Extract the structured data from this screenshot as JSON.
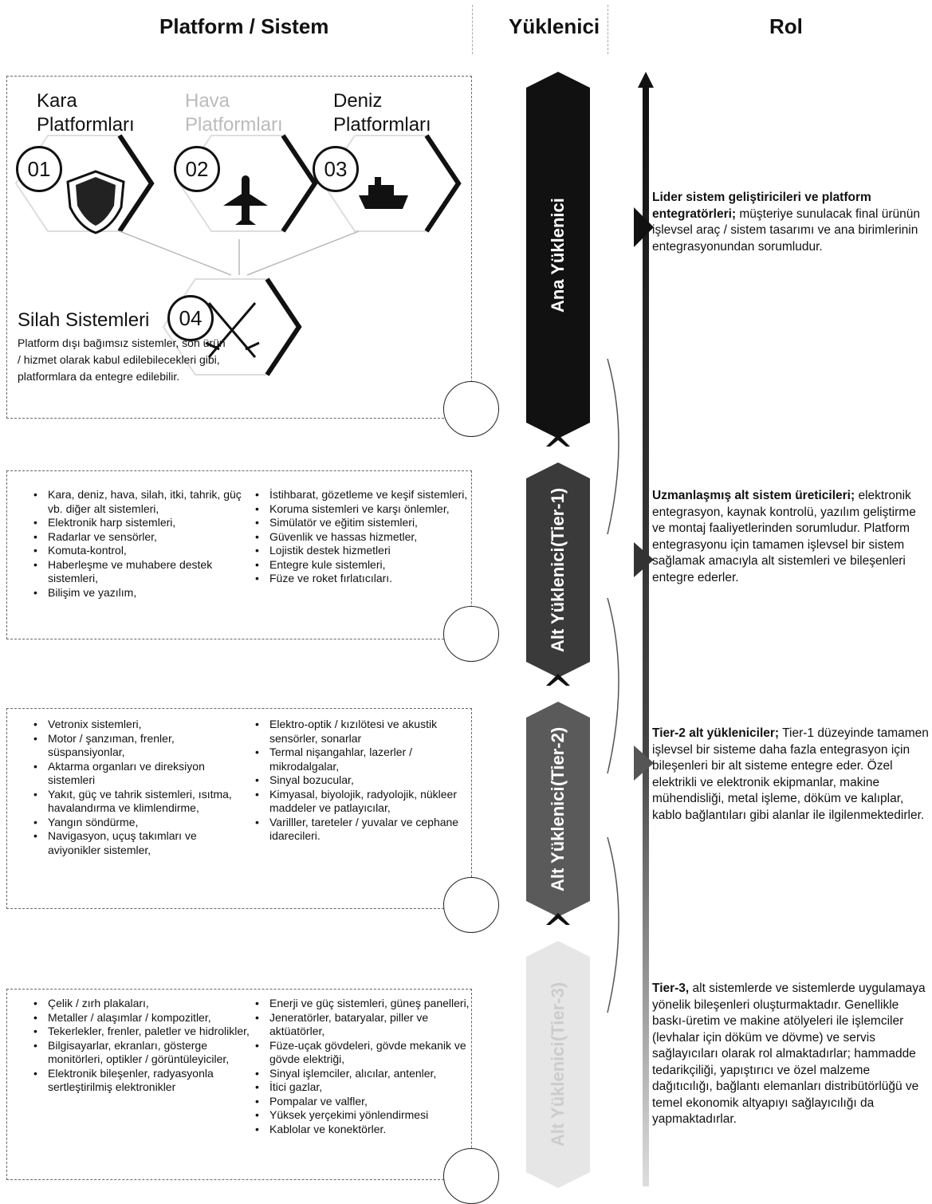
{
  "headers": {
    "platform": "Platform / Sistem",
    "contractor": "Yüklenici",
    "role": "Rol"
  },
  "platforms": {
    "land": "Kara\nPlatformları",
    "air": "Hava\nPlatformları",
    "sea": "Deniz\nPlatformları",
    "n1": "01",
    "n2": "02",
    "n3": "03",
    "n4": "04",
    "weapons_title": "Silah Sistemleri",
    "weapons_desc": "Platform dışı bağımsız sistemler, son ürün / hizmet olarak kabul edilebilecekleri gibi, platformlara da entegre edilebilir."
  },
  "tier1": {
    "left": [
      "Kara, deniz, hava, silah, itki, tahrik, güç vb. diğer alt sistemleri,",
      "Elektronik harp sistemleri,",
      "Radarlar ve sensörler,",
      "Komuta-kontrol,",
      "Haberleşme ve muhabere destek sistemleri,",
      "Bilişim ve yazılım,"
    ],
    "right": [
      "İstihbarat, gözetleme ve keşif sistemleri,",
      "Koruma sistemleri ve karşı önlemler,",
      "Simülatör ve eğitim sistemleri,",
      "Güvenlik ve hassas hizmetler,",
      "Lojistik destek hizmetleri",
      "Entegre kule sistemleri,",
      "Füze ve roket fırlatıcıları."
    ]
  },
  "tier2": {
    "left": [
      "Vetronix sistemleri,",
      "Motor / şanzıman, frenler, süspansiyonlar,",
      "Aktarma organları ve direksiyon sistemleri",
      "Yakıt, güç ve tahrik sistemleri, ısıtma, havalandırma ve klimlendirme,",
      "Yangın söndürme,",
      "Navigasyon, uçuş takımları ve aviyonikler sistemler,"
    ],
    "right": [
      "Elektro-optik / kızılötesi ve akustik sensörler, sonarlar",
      "Termal nişangahlar, lazerler / mikrodalgalar,",
      "Sinyal bozucular,",
      "Kimyasal, biyolojik, radyolojik, nükleer maddeler ve patlayıcılar,",
      "Varilller, tareteler / yuvalar ve cephane idarecileri."
    ]
  },
  "tier3": {
    "left": [
      "Çelik / zırh plakaları,",
      "Metaller / alaşımlar / kompozitler,",
      "Tekerlekler, frenler, paletler ve hidrolikler,",
      "Bilgisayarlar, ekranları, gösterge monitörleri, optikler / görüntüleyiciler,",
      "Elektronik bileşenler, radyasyonla sertleştirilmiş elektronikler"
    ],
    "right": [
      "Enerji ve güç sistemleri, güneş panelleri,",
      "Jeneratörler, bataryalar, piller ve aktüatörler,",
      "Füze-uçak gövdeleri, gövde mekanik ve gövde elektriği,",
      "Sinyal işlemciler, alıcılar, antenler,",
      "İtici gazlar,",
      "Pompalar ve valfler,",
      "Yüksek yerçekimi yönlendirmesi",
      "Kablolar ve konektörler."
    ]
  },
  "tiers": {
    "main": "Ana Yüklenici",
    "t1a": "Alt Yüklenici",
    "t1b": "(Tier-1)",
    "t2a": "Alt Yüklenici",
    "t2b": "(Tier-2)",
    "t3a": "Alt Yüklenici",
    "t3b": "(Tier-3)"
  },
  "roles": {
    "main_bold": "Lider sistem geliştiricileri ve platform entegratörleri;",
    "main_rest": " müşteriye sunulacak final ürünün işlevsel araç / sistem tasarımı ve ana birimlerinin entegrasyonundan sorumludur.",
    "t1_bold": "Uzmanlaşmış alt sistem üreticileri;",
    "t1_rest": " elektronik entegrasyon, kaynak kontrolü, yazılım geliştirme ve montaj faaliyetlerinden sorumludur. Platform entegrasyonu için tamamen işlevsel bir sistem sağlamak amacıyla alt sistemleri ve bileşenleri entegre ederler.",
    "t2_bold": "Tier-2 alt yükleniciler;",
    "t2_rest": " Tier-1 düzeyinde tamamen işlevsel bir sisteme daha fazla entegrasyon için bileşenleri bir alt sisteme entegre eder. Özel elektrikli ve elektronik ekipmanlar, makine mühendisliği, metal işleme, döküm ve kalıplar, kablo bağlantıları gibi alanlar ile ilgilenmektedirler.",
    "t3_bold": "Tier-3,",
    "t3_rest": " alt sistemlerde ve sistemlerde uygulamaya yönelik bileşenleri oluşturmaktadır. Genellikle baskı-üretim ve makine atölyeleri ile işlemciler (levhalar için döküm ve dövme) ve servis sağlayıcıları olarak rol almaktadırlar; hammadde tedarikçiliği, yapıştırıcı ve özel malzeme dağıtıcılığı, bağlantı elemanları distribütörlüğü ve temel ekonomik altyapıyı sağlayıcılığı da yapmaktadırlar."
  },
  "colors": {
    "main": "#111111",
    "tier1": "#3a3a3a",
    "tier2": "#5a5a5a",
    "tier3": "#d8d8d8"
  }
}
